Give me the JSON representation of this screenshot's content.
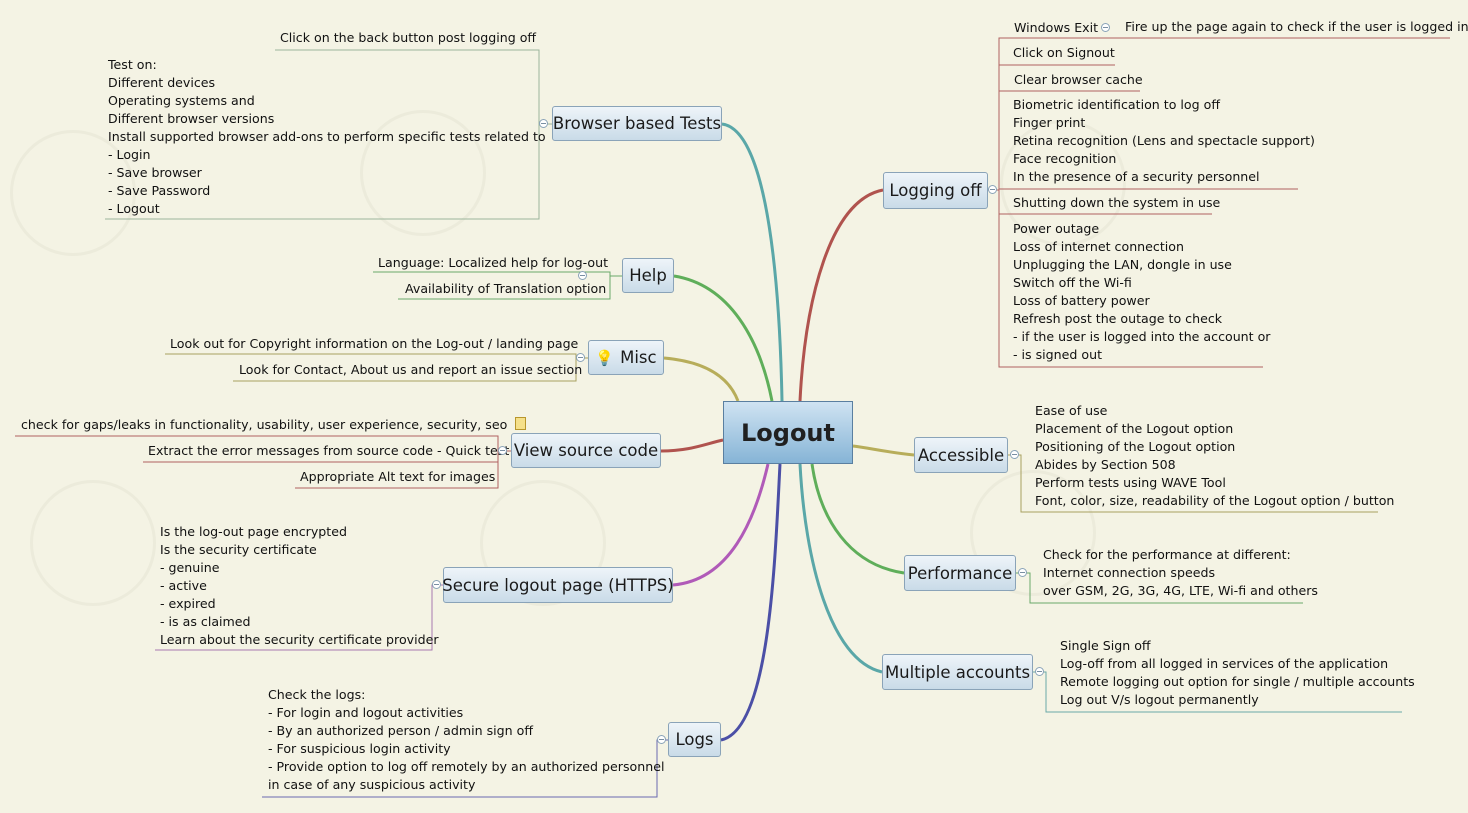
{
  "central": "Logout",
  "browser": {
    "label": "Browser based Tests",
    "leaf1": "Click on the back button post logging off",
    "leaf2": [
      "Test on:",
      "Different devices",
      "Operating systems and",
      "Different browser versions",
      " Install supported browser add-ons to perform specific tests related to",
      "- Login",
      "- Save browser",
      "- Save Password",
      "- Logout"
    ]
  },
  "help": {
    "label": "Help",
    "leaf1": "Language: Localized help for log-out",
    "leaf2": "Availability of Translation option"
  },
  "misc": {
    "label": "Misc",
    "leaf1": "Look out for Copyright information on the Log-out / landing page",
    "leaf2": "Look for Contact, About us and report an issue section"
  },
  "source": {
    "label": "View source code",
    "leaf1": "check for gaps/leaks in functionality, usability, user experience, security, seo",
    "leaf2": "Extract the error messages from source code - Quick test",
    "leaf3": "Appropriate Alt text for images"
  },
  "secure": {
    "label": "Secure logout page (HTTPS)",
    "leaf1": [
      "Is the log-out page encrypted",
      "Is the security certificate",
      "- genuine",
      "- active",
      " - expired",
      "- is as claimed",
      "Learn about the security certificate provider"
    ]
  },
  "logs": {
    "label": "Logs",
    "leaf1": [
      "Check the logs:",
      "- For login and logout activities",
      "- By an authorized person / admin sign off",
      "- For suspicious login activity",
      "- Provide option to log off remotely by an authorized personnel",
      "in case of any suspicious activity"
    ]
  },
  "logging": {
    "label": "Logging off",
    "windows_exit": "Windows Exit",
    "fire_up": "Fire up the page again to check if the user is logged in",
    "signout": "Click on Signout",
    "cache": "Clear browser cache",
    "biometric": [
      "Biometric identification to log off",
      "Finger print",
      "Retina recognition (Lens and spectacle support)",
      "Face recognition",
      "In the presence of a security personnel"
    ],
    "shutdown": "Shutting down the system in use",
    "outage": [
      "Power outage",
      "Loss of internet connection",
      "Unplugging the LAN, dongle in use",
      "Switch off the Wi-fi",
      "Loss of battery power",
      "Refresh post the outage to check",
      " - if the user is logged into the account or",
      " - is signed out"
    ]
  },
  "accessible": {
    "label": "Accessible",
    "leaf1": [
      "Ease of use",
      "Placement of the Logout option",
      "Positioning of the Logout option",
      "Abides by Section 508",
      "Perform tests using WAVE Tool",
      "Font, color, size, readability of the Logout option / button"
    ]
  },
  "performance": {
    "label": "Performance",
    "leaf1": [
      "Check for the performance at different:",
      "Internet connection speeds",
      "over GSM, 2G, 3G, 4G, LTE, Wi-fi and others"
    ]
  },
  "multiple": {
    "label": "Multiple accounts",
    "leaf1": [
      "Single Sign off",
      "Log-off from all logged in services of the application",
      "Remote logging out option for single / multiple accounts",
      "Log out V/s logout permanently"
    ]
  },
  "colors": {
    "browser": "#5aa7a8",
    "help": "#5fae5a",
    "misc": "#b7ad5a",
    "source": "#b0534e",
    "secure": "#b05ab8",
    "logs": "#4b4fa6",
    "logging": "#b0534e",
    "accessible": "#b7ad5a",
    "performance": "#5fae5a",
    "multiple": "#5aa7a8"
  },
  "icons": {
    "misc": "lightbulb-icon",
    "source_note": "note-icon",
    "collapse": "collapse-minus-icon"
  }
}
